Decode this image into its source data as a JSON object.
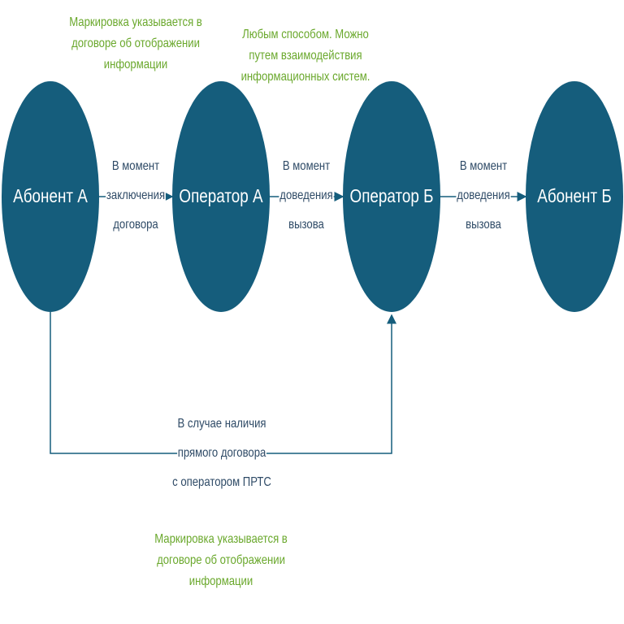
{
  "nodes": [
    "Абонент А",
    "Оператор А",
    "Оператор Б",
    "Абонент Б"
  ],
  "edges": [
    {
      "label": [
        "В момент",
        "заключения",
        "договора"
      ]
    },
    {
      "label": [
        "В момент",
        "доведения",
        "вызова"
      ]
    },
    {
      "label": [
        "В момент",
        "доведения",
        "вызова"
      ]
    }
  ],
  "bottom_edge": {
    "label": [
      "В случае наличия",
      "прямого договора",
      "с оператором ПРТС"
    ]
  },
  "notes": {
    "top_left": [
      "Маркировка указывается в",
      "договоре об отображении",
      "информации"
    ],
    "top_right": [
      "Любым способом. Можно",
      "путем взаимодействия",
      "информационных систем."
    ],
    "bottom": [
      "Маркировка указывается в",
      "договоре об отображении",
      "информации"
    ]
  },
  "colors": {
    "node": "#155d7c",
    "arrow": "#155d7c",
    "label": "#2e4a66",
    "note": "#6aa82c"
  }
}
